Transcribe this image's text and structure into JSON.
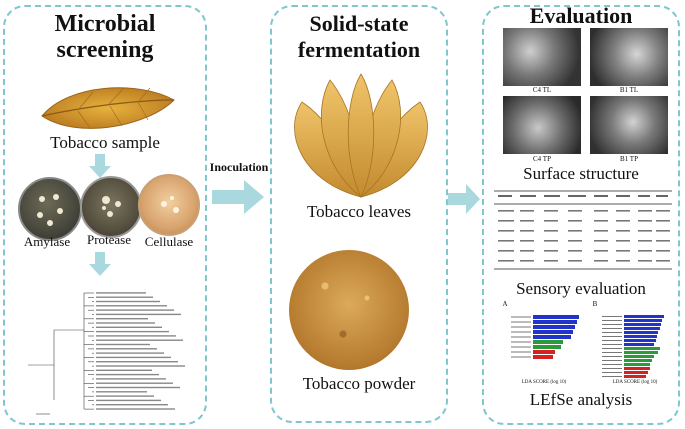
{
  "panels": {
    "screening": {
      "title_line1": "Microbial",
      "title_line2": "screening",
      "sample_label": "Tobacco sample",
      "dish_labels": [
        "Amylase",
        "Protease",
        "Cellulase"
      ]
    },
    "fermentation": {
      "title_line1": "Solid-state",
      "title_line2": "fermentation",
      "leaves_label": "Tobacco leaves",
      "powder_label": "Tobacco powder"
    },
    "evaluation": {
      "title": "Evaluation",
      "sem_labels": [
        "C4 TL",
        "B1 TL",
        "C4 TP",
        "B1 TP"
      ],
      "surface_label": "Surface structure",
      "sensory_label": "Sensory evaluation",
      "lefse_label": "LEfSe analysis",
      "lefse_panel_a": "A",
      "lefse_panel_b": "B",
      "lefse_axis": "LDA SCORE (log 10)"
    }
  },
  "connector_label": "Inoculation",
  "colors": {
    "border": "#7fc6cf",
    "arrow": "#a9d9de",
    "bar_blue": "#2233cc",
    "bar_green": "#2a9a3a",
    "bar_red": "#d22222"
  }
}
